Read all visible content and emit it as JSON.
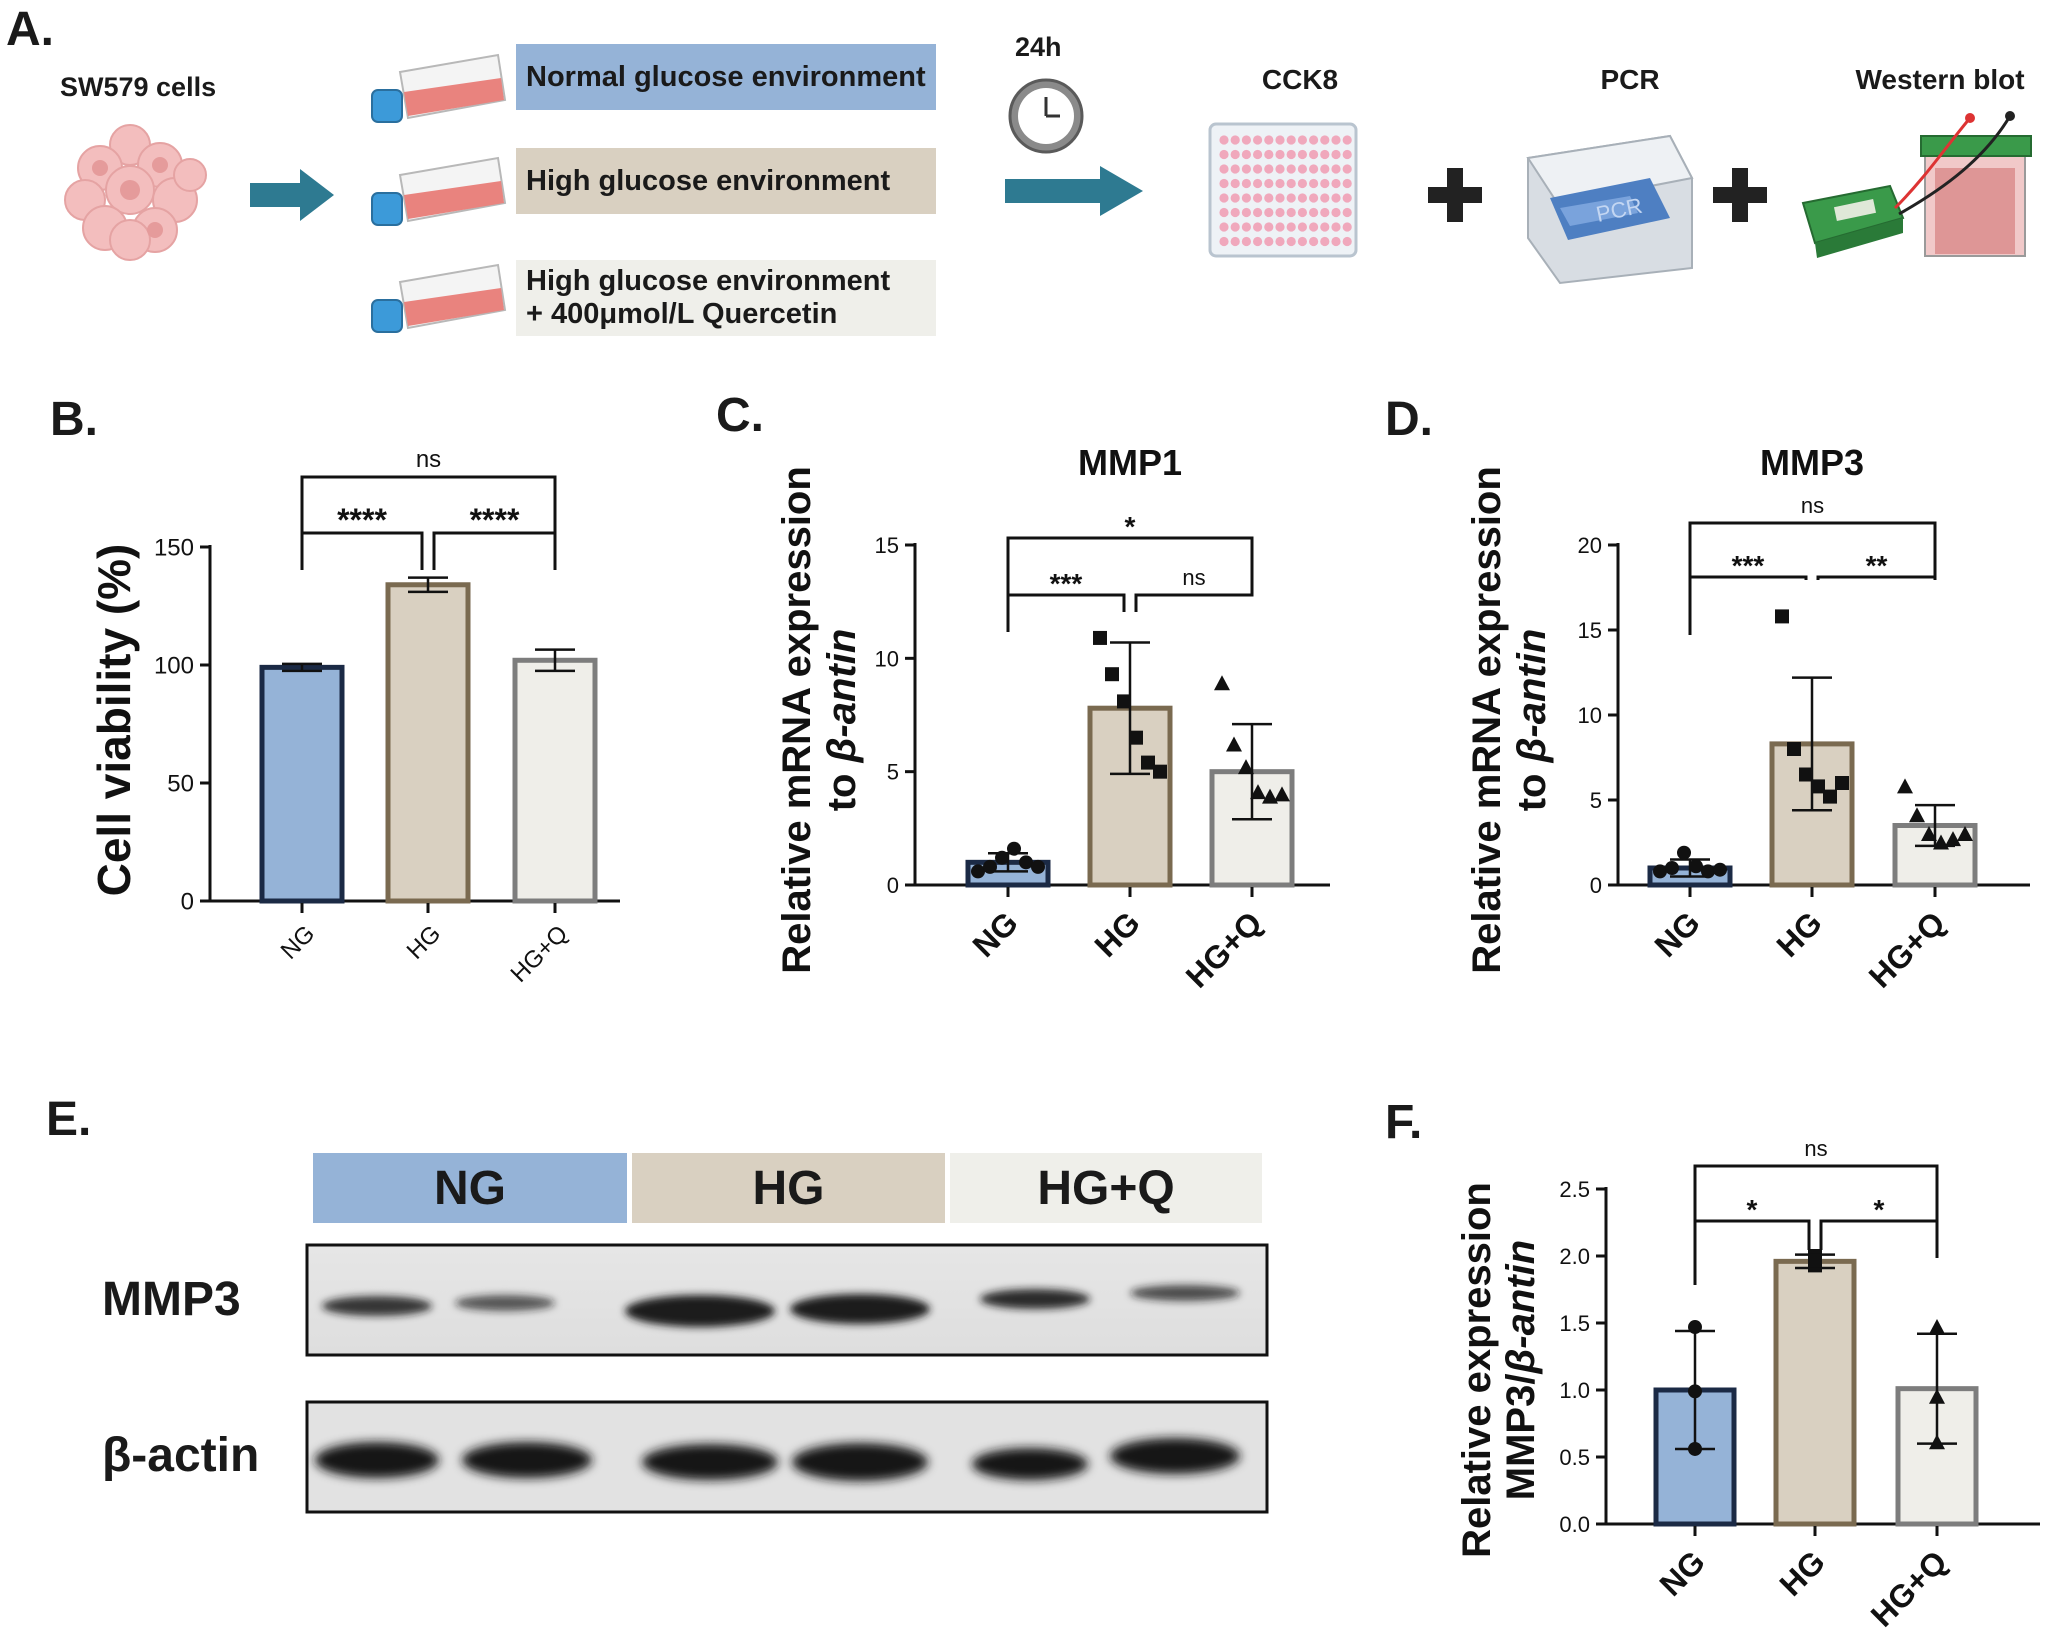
{
  "panel_labels": {
    "a": "A.",
    "b": "B.",
    "c": "C.",
    "d": "D.",
    "e": "E.",
    "f": "F."
  },
  "workflow": {
    "cells_label": "SW579 cells",
    "time_label": "24h",
    "environments": [
      {
        "line1": "Normal glucose environment",
        "line2": "",
        "color": "#95b3d7"
      },
      {
        "line1": "High glucose environment",
        "line2": "",
        "color": "#d9d0c1"
      },
      {
        "line1": "High glucose environment",
        "line2": "+ 400μmol/L Quercetin",
        "color": "#efefea"
      }
    ],
    "assays": [
      "CCK8",
      "PCR",
      "Western blot"
    ],
    "pcr_screen_text": "PCR"
  },
  "colors": {
    "ng": "#95b3d7",
    "hg": "#d9d0c1",
    "hgq": "#efeee9",
    "ng_edge": "#1b2a45",
    "hg_edge": "#7a6a50",
    "hgq_edge": "#7d7d7d",
    "arrow": "#2e7a91"
  },
  "western_blot": {
    "lanes": [
      "NG",
      "HG",
      "HG+Q"
    ],
    "rows": [
      "MMP3",
      "β-actin"
    ]
  },
  "chart_data": [
    {
      "panel": "B",
      "type": "bar",
      "ylabel": "Cell viability (%)",
      "categories": [
        "NG",
        "HG",
        "HG+Q"
      ],
      "values": [
        99,
        134,
        102
      ],
      "errors": [
        1.5,
        3,
        4.5
      ],
      "ylim": [
        0,
        150
      ],
      "yticks": [
        0,
        50,
        100,
        150
      ],
      "comparisons": [
        {
          "from": 0,
          "to": 1,
          "label": "****"
        },
        {
          "from": 1,
          "to": 2,
          "label": "****"
        },
        {
          "from": 0,
          "to": 2,
          "label": "ns"
        }
      ]
    },
    {
      "panel": "C",
      "type": "bar",
      "title": "MMP1",
      "ylabel_line1": "Relative mRNA expression",
      "ylabel_line2_prefix": "to ",
      "ylabel_line2_italic": "β-antin",
      "categories": [
        "NG",
        "HG",
        "HG+Q"
      ],
      "values": [
        1.0,
        7.8,
        5.0
      ],
      "errors": [
        0.4,
        2.9,
        2.1
      ],
      "points": [
        [
          0.6,
          0.8,
          1.2,
          1.6,
          1.0,
          0.8
        ],
        [
          10.9,
          9.3,
          8.1,
          6.5,
          5.4,
          5.0
        ],
        [
          8.9,
          6.2,
          5.2,
          4.1,
          3.9,
          4.0
        ]
      ],
      "ylim": [
        0,
        15
      ],
      "yticks": [
        0,
        5,
        10,
        15
      ],
      "comparisons": [
        {
          "from": 0,
          "to": 1,
          "label": "***"
        },
        {
          "from": 1,
          "to": 2,
          "label": "ns"
        },
        {
          "from": 0,
          "to": 2,
          "label": "*"
        }
      ]
    },
    {
      "panel": "D",
      "type": "bar",
      "title": "MMP3",
      "ylabel_line1": "Relative mRNA expression",
      "ylabel_line2_prefix": "to ",
      "ylabel_line2_italic": "β-antin",
      "categories": [
        "NG",
        "HG",
        "HG+Q"
      ],
      "values": [
        1.0,
        8.3,
        3.5
      ],
      "errors": [
        0.5,
        3.9,
        1.2
      ],
      "points": [
        [
          0.8,
          1.0,
          1.9,
          1.1,
          0.8,
          0.9
        ],
        [
          15.8,
          8.0,
          6.5,
          5.8,
          5.2,
          6.0
        ],
        [
          5.8,
          4.1,
          3.0,
          2.5,
          2.7,
          3.0
        ]
      ],
      "ylim": [
        0,
        20
      ],
      "yticks": [
        0,
        5,
        10,
        15,
        20
      ],
      "comparisons": [
        {
          "from": 0,
          "to": 1,
          "label": "***"
        },
        {
          "from": 1,
          "to": 2,
          "label": "**"
        },
        {
          "from": 0,
          "to": 2,
          "label": "ns"
        }
      ]
    },
    {
      "panel": "F",
      "type": "bar",
      "ylabel_line1": "Relative expression",
      "ylabel_line2_prefix": "MMP3/",
      "ylabel_line2_italic": "β-antin",
      "categories": [
        "NG",
        "HG",
        "HG+Q"
      ],
      "values": [
        1.0,
        1.96,
        1.01
      ],
      "errors": [
        0.44,
        0.05,
        0.41
      ],
      "points": [
        [
          1.47,
          0.99,
          0.56
        ],
        [
          1.93,
          2.0,
          1.97
        ],
        [
          1.47,
          0.95,
          0.61
        ]
      ],
      "ylim": [
        0,
        2.5
      ],
      "yticks": [
        "0.0",
        "0.5",
        "1.0",
        "1.5",
        "2.0",
        "2.5"
      ],
      "comparisons": [
        {
          "from": 0,
          "to": 1,
          "label": "*"
        },
        {
          "from": 1,
          "to": 2,
          "label": "*"
        },
        {
          "from": 0,
          "to": 2,
          "label": "ns"
        }
      ]
    }
  ]
}
